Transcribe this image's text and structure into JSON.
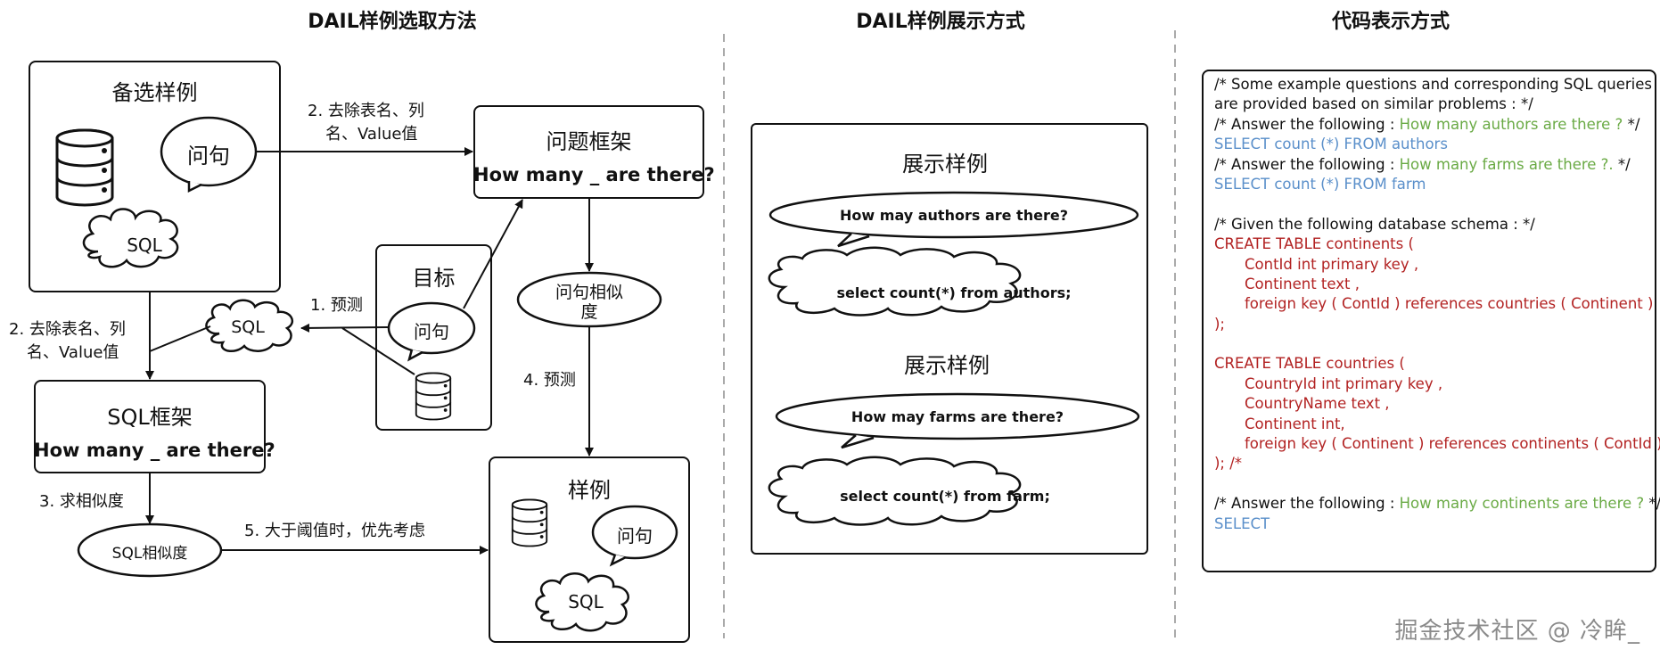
{
  "colors": {
    "green": "#6aaa45",
    "blue": "#5a8fca",
    "red": "#b22222",
    "gray_dash": "#aaaaaa"
  },
  "sections": {
    "left_title": "DAIL样例选取方法",
    "middle_title": "DAIL样例展示方式",
    "right_title": "代码表示方式"
  },
  "left": {
    "candidate_box_title": "备选样例",
    "question": "问句",
    "sql": "SQL",
    "step2_top_line1": "2. 去除表名、列",
    "step2_top_line2": "名、Value值",
    "question_frame_title": "问题框架",
    "question_frame_text": "How many _ are there?",
    "target_title": "目标",
    "target_question": "问句",
    "step1": "1. 预测",
    "predicted_sql": "SQL",
    "step2_left_line1": "2. 去除表名、列",
    "step2_left_line2": "名、Value值",
    "sql_frame_title": "SQL框架",
    "sql_frame_text": "How many _ are there?",
    "question_similarity_line1": "问句相似",
    "question_similarity_line2": "度",
    "step4": "4. 预测",
    "step3": "3. 求相似度",
    "sql_similarity": "SQL相似度",
    "step5": "5. 大于阈值时，优先考虑",
    "examples_title": "样例",
    "examples_question": "问句",
    "examples_sql": "SQL"
  },
  "middle": {
    "show1_title": "展示样例",
    "show1_question": "How may authors are there?",
    "show1_sql": "select count(*) from authors;",
    "show2_title": "展示样例",
    "show2_question": "How may farms are there?",
    "show2_sql": "select count(*) from farm;"
  },
  "code": {
    "l1": "/* Some example questions and corresponding SQL queries",
    "l2": "are provided based on similar problems : */",
    "l3a": "/* Answer the following : ",
    "l3b": "How many authors are there ?",
    "l3c": " */",
    "l4": "SELECT count (*) FROM authors",
    "l5a": "/* Answer the following : ",
    "l5b": "How many farms are there ?.",
    "l5c": " */",
    "l6": "SELECT count (*) FROM farm",
    "l8": "/* Given the following database schema : */",
    "l9": "CREATE TABLE continents (",
    "l10": "ContId int primary key ,",
    "l11": "Continent text ,",
    "l12": "foreign key ( ContId ) references countries ( Continent )",
    "l13": ");",
    "l15": "CREATE TABLE countries (",
    "l16": "CountryId int primary key ,",
    "l17": "CountryName text ,",
    "l18": "Continent int,",
    "l19": "foreign key ( Continent ) references continents ( ContId )",
    "l20": "); /*",
    "l22a": "/* Answer the following : ",
    "l22b": "How many continents are there ?",
    "l22c": " */",
    "l23": "SELECT"
  },
  "watermark": "掘金技术社区 @ 冷眸_"
}
